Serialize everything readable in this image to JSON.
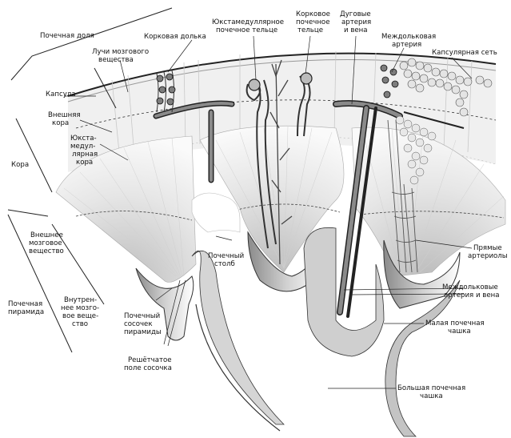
{
  "labels": {
    "kidney_lobe": "Почечная доля",
    "medullary_rays_1": "Лучи мозгового",
    "medullary_rays_2": "вещества",
    "cortical_lobule": "Корковая долька",
    "capsule": "Капсула",
    "outer_cortex_1": "Внешняя",
    "outer_cortex_2": "кора",
    "juxtamed_cortex_1": "Юкста-",
    "juxtamed_cortex_2": "медул-",
    "juxtamed_cortex_3": "лярная",
    "juxtamed_cortex_4": "кора",
    "cortex": "Кора",
    "outer_medulla_1": "Внешнее",
    "outer_medulla_2": "мозговое",
    "outer_medulla_3": "вещество",
    "renal_pyramid_1": "Почечная",
    "renal_pyramid_2": "пирамида",
    "inner_medulla_1": "Внутрен-",
    "inner_medulla_2": "нее мозго-",
    "inner_medulla_3": "вое веще-",
    "inner_medulla_4": "ство",
    "renal_papilla_1": "Почечный",
    "renal_papilla_2": "сосочек",
    "renal_papilla_3": "пирамиды",
    "cribriform_1": "Решётчатое",
    "cribriform_2": "поле сосочка",
    "renal_column_1": "Почечный",
    "renal_column_2": "столб",
    "juxta_corpuscle_1": "Юкстамедуллярное",
    "juxta_corpuscle_2": "почечное тельце",
    "cortical_corpuscle_1": "Корковое",
    "cortical_corpuscle_2": "почечное",
    "cortical_corpuscle_3": "тельце",
    "arcuate_1": "Дуговые",
    "arcuate_2": "артерия",
    "arcuate_3": "и вена",
    "interlobular_artery_1": "Междольковая",
    "interlobular_artery_2": "артерия",
    "capsular_net": "Капсулярная сеть",
    "vasa_recta_1": "Прямые",
    "vasa_recta_2": "артериолы",
    "interlobar_1": "Междольковые",
    "interlobar_2": "артерия и вена",
    "minor_calyx_1": "Малая почечная",
    "minor_calyx_2": "чашка",
    "major_calyx_1": "Большая почечная",
    "major_calyx_2": "чашка"
  }
}
